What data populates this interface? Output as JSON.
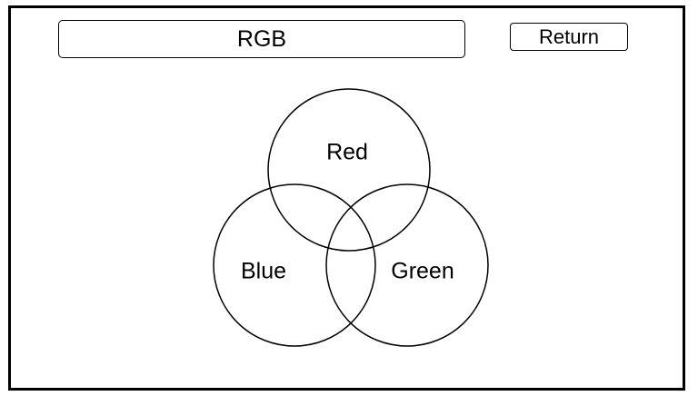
{
  "title": "RGB",
  "return_button": {
    "label": "Return"
  },
  "venn": {
    "circles": [
      {
        "id": "red",
        "label": "Red"
      },
      {
        "id": "blue",
        "label": "Blue"
      },
      {
        "id": "green",
        "label": "Green"
      }
    ],
    "stroke_color": "#000000"
  }
}
